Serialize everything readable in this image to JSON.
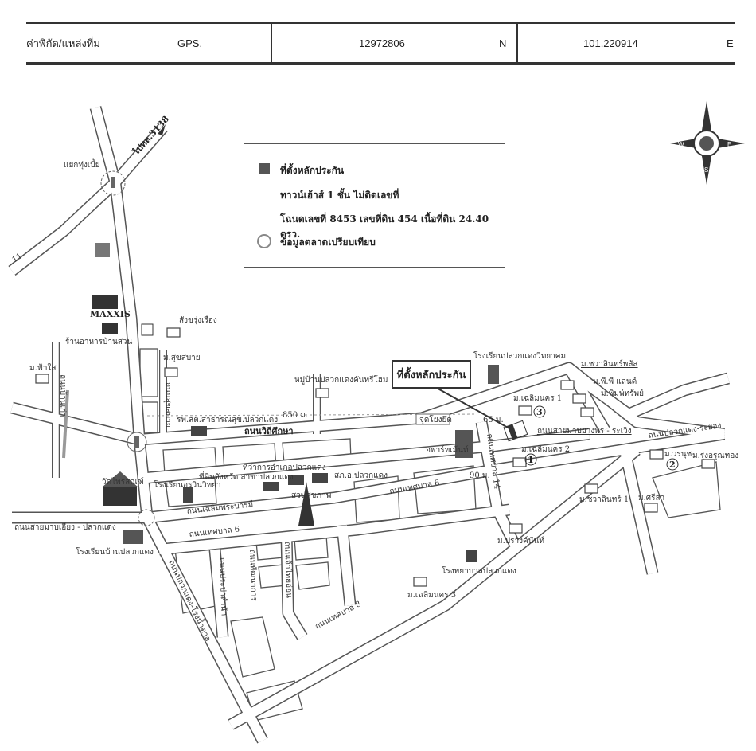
{
  "header": {
    "label": "ค่าพิกัด/แหล่งที่ม",
    "source": "GPS.",
    "latitude": "12972806",
    "lat_unit": "N",
    "longitude": "101.220914",
    "lon_unit": "E"
  },
  "legend": {
    "collateral_label": "ที่ตั้งหลักประกัน",
    "property_type": "ทาวน์เฮ้าส์ 1 ชั้น ไม่ติดเลขที่",
    "deed": "โฉนดเลขที่ 8453 เลขที่ดิน 454 เนื้อที่ดิน 24.40 ตรว.",
    "comparable_label": "ข้อมูลตลาดเปรียบเทียบ"
  },
  "compass": {
    "w": "W",
    "e": "E",
    "s": "S"
  },
  "callout": "ที่ตั้งหลักประกัน",
  "labels": {
    "to_road_3138": "ไปทล.3138",
    "junction": "แยกทุ่งเบี้ย",
    "route_11": "11",
    "maxxis": "MAXXIS",
    "restaurant": "ร้านอาหารบ้านสวน",
    "sangkha": "สังขรุ่งเรือง",
    "suksabai": "ม.สุขสบาย",
    "fasai": "ม.ฟ้าใส",
    "road_suksabai": "ถนนสุขสบาย",
    "road_left": "ถนนบ้านเก่า",
    "health_office": "รพ.สต.สาธารณสุข.ปลวกแดง",
    "dist_850": "850 ม.",
    "road_withi": "ถนนวิถีศึกษา",
    "country_home": "หมู่บ้านปลวกแดงคันทรีโฮม",
    "district_office": "ที่ว่าการอำเภอปลวกแดง",
    "land_office": "ที่ดินจังหวัด สาขาปลวกแดง",
    "police": "สภ.อ.ปลวกแดง",
    "school_orawin": "โรงเรียนอรวินวิทยา",
    "park": "สวนสุขภาพ",
    "road_chaloem": "ถนนเฉลิมพระบารมี",
    "temple": "วัดไพรสณฑ์",
    "road_mapiang": "ถนนสายมาบเอียง - ปลวกแดง",
    "school_pluakdaeng": "โรงเรียนบ้านปลวกแดง",
    "road_thesaban6a": "ถนนเทศบาล 6",
    "road_thesaban6b": "ถนนเทศบาล 6",
    "road_sugar": "ถนนปลวกแดง-โรงน้ำตาล",
    "road_prapa": "ถนนประปาสำนัก",
    "road_pattana": "ถนนพัฒนาการ",
    "road_chaothai": "ถนนเจ้าไทยอ่อน",
    "road_thesaban8": "ถนนเทศบาล 8",
    "chaloem3": "ม.เฉลิมนคร 3",
    "hospital": "โรงพยาบาลปลวกแดง",
    "prangnan": "ม.ปรางค์นันท์",
    "chawalin1": "ม.ชวาลินทร์ 1",
    "srisa": "ม.ศรีสา",
    "rungthong": "ม.รุ่งอรุณทอง",
    "woranut": "ม.วรนุช",
    "road_rayong": "ถนนปลวกแดง-ระยอง",
    "road_mapyang": "ถนนสายมาบยางพร - ระเวิง",
    "chawalin_plus": "ม.ชวาลินทร์พลัส",
    "pp_land": "ม.พี.พี แลนด์",
    "pimsap": "ม.พิมพ์ทรัพย์",
    "chaloem1": "ม.เฉลิมนคร 1",
    "chaloem2": "ม.เฉลิมนคร 2",
    "apartment": "อพาร์ทเม้นท์",
    "reference_point": "จุดโยงยึด",
    "dist_65": "65 ม.",
    "dist_90": "90 ม.",
    "road_thesaban14": "ถนนเทศบาล 14",
    "school_wittayakhom": "โรงเรียนปลวกแดงวิทยาคม",
    "num1": "1",
    "num2": "2",
    "num3": "3"
  }
}
